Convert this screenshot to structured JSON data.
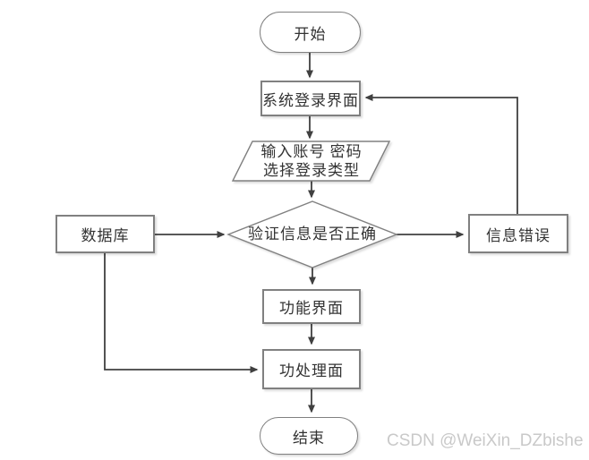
{
  "diagram": {
    "type": "flowchart",
    "nodes": {
      "start": {
        "label": "开始",
        "shape": "terminator"
      },
      "login": {
        "label": "系统登录界面",
        "shape": "process"
      },
      "input": {
        "line1": "输入账号 密码",
        "line2": "选择登录类型",
        "shape": "parallelogram"
      },
      "verify": {
        "label": "验证信息是否正确",
        "shape": "decision"
      },
      "database": {
        "label": "数据库",
        "shape": "process"
      },
      "error": {
        "label": "信息错误",
        "shape": "process"
      },
      "function": {
        "label": "功能界面",
        "shape": "process"
      },
      "process": {
        "label": "功处理面",
        "shape": "process"
      },
      "end": {
        "label": "结束",
        "shape": "terminator"
      }
    },
    "edges": [
      "start -> login",
      "login -> input",
      "input -> verify",
      "database -> verify",
      "verify -> error",
      "error -> login",
      "verify -> function",
      "function -> process",
      "database -> process",
      "process -> end"
    ],
    "colors": {
      "background": "#ffffff",
      "shape_border": "#808080",
      "shape_fill": "#ffffff",
      "connector": "#404040",
      "text": "#333333",
      "watermark": "#c9c9c9"
    }
  },
  "watermark": {
    "text": "CSDN @WeiXin_DZbishe"
  }
}
